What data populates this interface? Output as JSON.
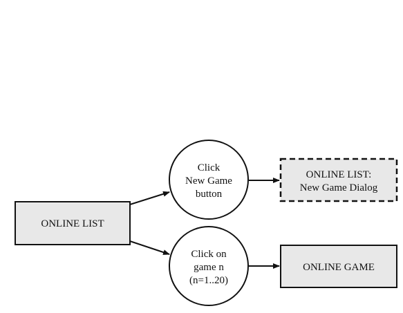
{
  "diagram": {
    "nodes": {
      "online_list": {
        "label": "ONLINE LIST",
        "shape": "rectangle",
        "fill": "#e8e8e8",
        "border": "solid"
      },
      "click_new_game": {
        "lines": [
          "Click",
          "New Game",
          "button"
        ],
        "shape": "circle",
        "fill": "#ffffff"
      },
      "click_game_n": {
        "lines": [
          "Click on",
          "game n",
          "(n=1..20)"
        ],
        "shape": "circle",
        "fill": "#ffffff"
      },
      "new_game_dialog": {
        "lines": [
          "ONLINE LIST:",
          "New Game Dialog"
        ],
        "shape": "rectangle",
        "fill": "#e8e8e8",
        "border": "dashed"
      },
      "online_game": {
        "label": "ONLINE GAME",
        "shape": "rectangle",
        "fill": "#e8e8e8",
        "border": "solid"
      }
    },
    "edges": [
      {
        "from": "online_list",
        "to": "click_new_game"
      },
      {
        "from": "online_list",
        "to": "click_game_n"
      },
      {
        "from": "click_new_game",
        "to": "new_game_dialog"
      },
      {
        "from": "click_game_n",
        "to": "online_game"
      }
    ],
    "colors": {
      "stroke": "#111111",
      "box_fill": "#e8e8e8",
      "circle_fill": "#ffffff"
    }
  }
}
